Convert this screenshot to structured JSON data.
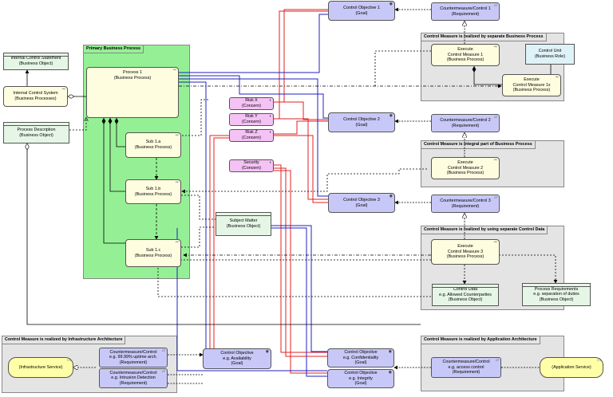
{
  "nodes": {
    "ics": {
      "l1": "Internal Control Statement",
      "l2": "(Business Object)"
    },
    "icsys": {
      "l1": "Internal Control System",
      "l2": "(Business Processes)"
    },
    "pdesc": {
      "l1": "Process Description",
      "l2": "(Business Object)"
    },
    "pbp_title": "Primary Business Process",
    "p1": {
      "l1": "Process 1",
      "l2": "(Business Process)"
    },
    "s1a": {
      "l1": "Sub 1.a",
      "l2": "(Business Process)"
    },
    "s1b": {
      "l1": "Sub 1.b",
      "l2": "(Business Process)"
    },
    "s1c": {
      "l1": "Sub 1.c",
      "l2": "(Business Process)"
    },
    "subj": {
      "l1": "Subject Matter",
      "l2": "(Business Object)"
    },
    "rx": {
      "l1": "Risk X",
      "l2": "(Concern)"
    },
    "ry": {
      "l1": "Risk Y",
      "l2": "(Concern)"
    },
    "rz": {
      "l1": "Risk Z",
      "l2": "(Concern)"
    },
    "sec": {
      "l1": "Security",
      "l2": "(Concern)"
    },
    "co1": {
      "l1": "Control Objective 1",
      "l2": "(Goal)"
    },
    "co2": {
      "l1": "Control Objective 2",
      "l2": "(Goal)"
    },
    "co3": {
      "l1": "Control Objective 3",
      "l2": "(Goal)"
    },
    "cc1": {
      "l1": "Countermeasure/Control 1",
      "l2": "(Requirement)"
    },
    "cc2": {
      "l1": "Countermeasure/Control 2",
      "l2": "(Requirement)"
    },
    "cc3": {
      "l1": "Countermeasure/Control 3",
      "l2": "(Requirement)"
    },
    "g1_title": "Control Measure is realized by separate Business Process",
    "ecm1": {
      "l1": "Execute",
      "l2": "Control Measure 1",
      "l3": "(Business Process)"
    },
    "cu": {
      "l1": "Control Unit",
      "l2": "(Business Role)"
    },
    "ecm1x": {
      "l1": "Execute",
      "l2": "Control Measure 1x",
      "l3": "(Business Process)"
    },
    "g2_title": "Control Measure is integral part of Business Process",
    "ecm2": {
      "l1": "Execute",
      "l2": "Control Measure 2",
      "l3": "(Business Process)"
    },
    "g3_title": "Control Measure is realized by using separate Control Data",
    "ecm3": {
      "l1": "Execute",
      "l2": "Control Measure 3",
      "l3": "(Business Process)"
    },
    "cdata": {
      "l1": "Control Data",
      "l2": "e.g. Allowed Counterparties",
      "l3": "(Business Object)"
    },
    "preq": {
      "l1": "Process Requirements",
      "l2": "e.g. separation of duties",
      "l3": "(Business Object)"
    },
    "g4_title": "Control Measure is realized by Infrastructure Architecture",
    "isvc": {
      "l1": "(Infrastructure Service)"
    },
    "cmu": {
      "l1": "Countermeasure/Control",
      "l2": "e.g. 99.99% uptime arch.",
      "l3": "(Requirement)"
    },
    "cmi": {
      "l1": "Countermeasure/Control",
      "l2": "e.g. Intrusion Detection",
      "l3": "(Requirement)"
    },
    "coa": {
      "l1": "Control Objective",
      "l2": "e.g. Availability",
      "l3": "(Goal)"
    },
    "coc": {
      "l1": "Control Objective",
      "l2": "e.g. Confidentiality",
      "l3": "(Goal)"
    },
    "coi": {
      "l1": "Control Objective",
      "l2": "e.g. Integrity",
      "l3": "(Goal)"
    },
    "g5_title": "Control Measure is realized by Application Architecture",
    "cma": {
      "l1": "Countermeasure/Control",
      "l2": "e.g. access control",
      "l3": "(Requirement)"
    },
    "asvc": {
      "l1": "(Application Service)"
    }
  },
  "colors": {
    "red": "#e02020",
    "blue": "#2020c0",
    "green_group": "#95f095",
    "goal": "#c8c8f8",
    "concern": "#f4c2f4",
    "process": "#fffde0"
  }
}
